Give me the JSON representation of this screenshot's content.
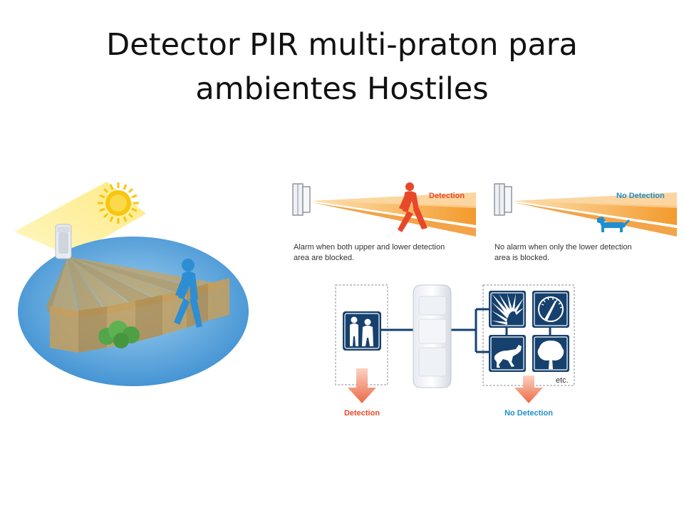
{
  "slide": {
    "title_line1": "Detector PIR multi-praton para",
    "title_line2": "ambientes Hostiles"
  },
  "diagram": {
    "panel_left": {
      "badge": "Detection",
      "caption_line1": "Alarm when both upper and lower detection",
      "caption_line2": "area are blocked."
    },
    "panel_right": {
      "badge": "No Detection",
      "caption_line1": "No alarm when only the lower detection",
      "caption_line2": "area is blocked."
    },
    "bottom": {
      "left_result": "Detection",
      "right_result": "No Detection",
      "etc_label": "etc."
    },
    "icons": [
      "sun-icon",
      "person-icon",
      "dog-icon",
      "people-icon",
      "sunburst-icon",
      "gauge-icon",
      "running-dog-icon",
      "tree-icon",
      "shrub-icon"
    ]
  },
  "colors": {
    "detection": "#e8482a",
    "no_detection": "#1e8fd0",
    "icon_navy": "#16416e",
    "beam_orange": "#f4a23c",
    "floor_blue": "#5aa7db",
    "sun": "#f7c60f"
  }
}
